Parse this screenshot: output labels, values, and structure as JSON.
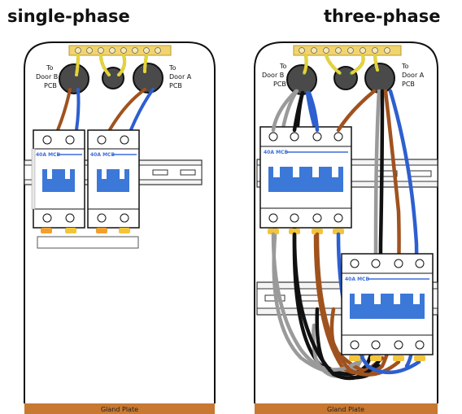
{
  "headings": {
    "left": "single-phase",
    "right": "three-phase"
  },
  "labels": {
    "to_door_b": [
      "To",
      "Door B",
      "PCB"
    ],
    "to_door_a": [
      "To",
      "Door A",
      "PCB"
    ],
    "mcb": "40A MCB",
    "gland_plate": "Gland Plate"
  },
  "colors": {
    "brown": "#a0521e",
    "blue": "#2d5fd0",
    "black": "#111111",
    "grey": "#9a9a9a",
    "earth_green": "#6fae3a",
    "earth_yellow": "#e8d23a",
    "terminal_bar": "#f2d46e",
    "mcb_blue": "#3b78d8",
    "gland": "#c87830",
    "orange_terminal": "#f0a030",
    "yellow_terminal": "#f2c53a"
  }
}
